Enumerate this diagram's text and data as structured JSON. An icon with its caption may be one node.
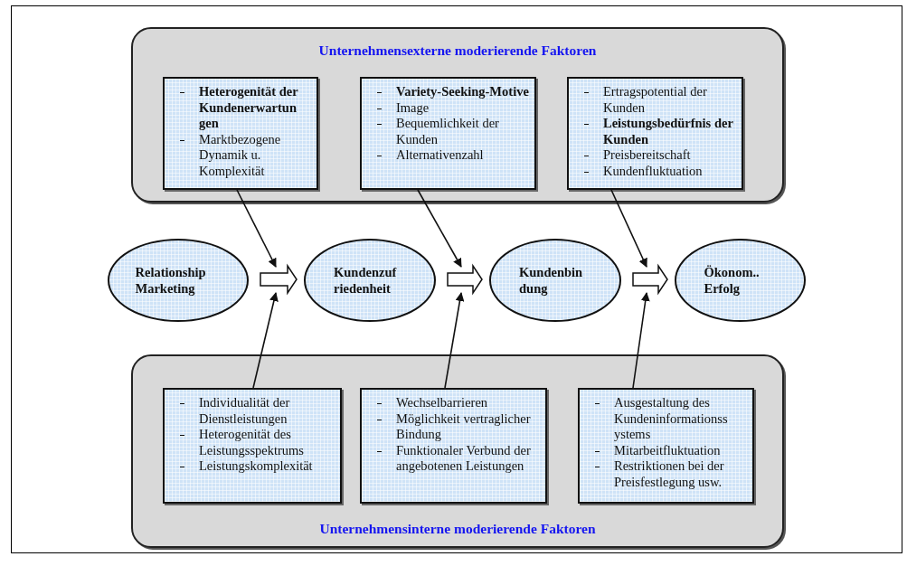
{
  "diagram": {
    "nodes": [
      {
        "text": [
          "Unternehmensexterne moderierende Faktoren"
        ]
      },
      {
        "text": [
          "**Heterogenität der Kundenerwartun gen**",
          "Marktbezogene Dynamik u. Komplexität"
        ],
        "in": 0
      },
      {
        "text": [
          "**Variety-Seeking-Motive**",
          "Image",
          "Bequemlichkeit der Kunden",
          "Alternativenzahl"
        ],
        "in": 0
      },
      {
        "text": [
          "Ertragspotential der Kunden",
          "**Leistungsbedürfnis der Kunden**",
          "Preisbereitschaft",
          "Kundenfluktuation"
        ],
        "in": 0
      },
      {
        "text": [
          "Relationship Marketing"
        ]
      },
      {
        "text": [
          "Kundenzuf riedenheit"
        ]
      },
      {
        "text": [
          "Kundenbin dung"
        ]
      },
      {
        "text": [
          "Ökonom.. Erfolg"
        ]
      },
      {
        "text": [
          "Unternehmensinterne moderierende Faktoren"
        ]
      },
      {
        "text": [
          "Individualität der Dienstleistungen",
          "Heterogenität des Leistungsspektrums",
          "Leistungskomplexität"
        ],
        "in": 8
      },
      {
        "text": [
          "Wechselbarrieren",
          "Möglichkeit vertraglicher Bindung",
          "Funktionaler Verbund der angebotenen Leistungen"
        ],
        "in": 8
      },
      {
        "text": [
          "Ausgestaltung des Kundeninformationss ystems",
          "Mitarbeitfluktuation",
          "Restriktionen bei der Preisfestlegung usw."
        ],
        "in": 8
      }
    ],
    "edges": [
      {
        "from": 4,
        "to": 5,
        "arrow": "to",
        "style": "thick"
      },
      {
        "from": 5,
        "to": 6,
        "arrow": "to",
        "style": "thick"
      },
      {
        "from": 6,
        "to": 7,
        "arrow": "to",
        "style": "thick"
      },
      {
        "from": 1,
        "to": null,
        "arrow": "to"
      },
      {
        "from": 9,
        "to": null,
        "arrow": "to"
      },
      {
        "from": 2,
        "to": null,
        "arrow": "to"
      },
      {
        "from": 10,
        "to": null,
        "arrow": "to"
      },
      {
        "from": 3,
        "to": null,
        "arrow": "to"
      },
      {
        "from": 11,
        "to": null,
        "arrow": "to"
      }
    ]
  }
}
